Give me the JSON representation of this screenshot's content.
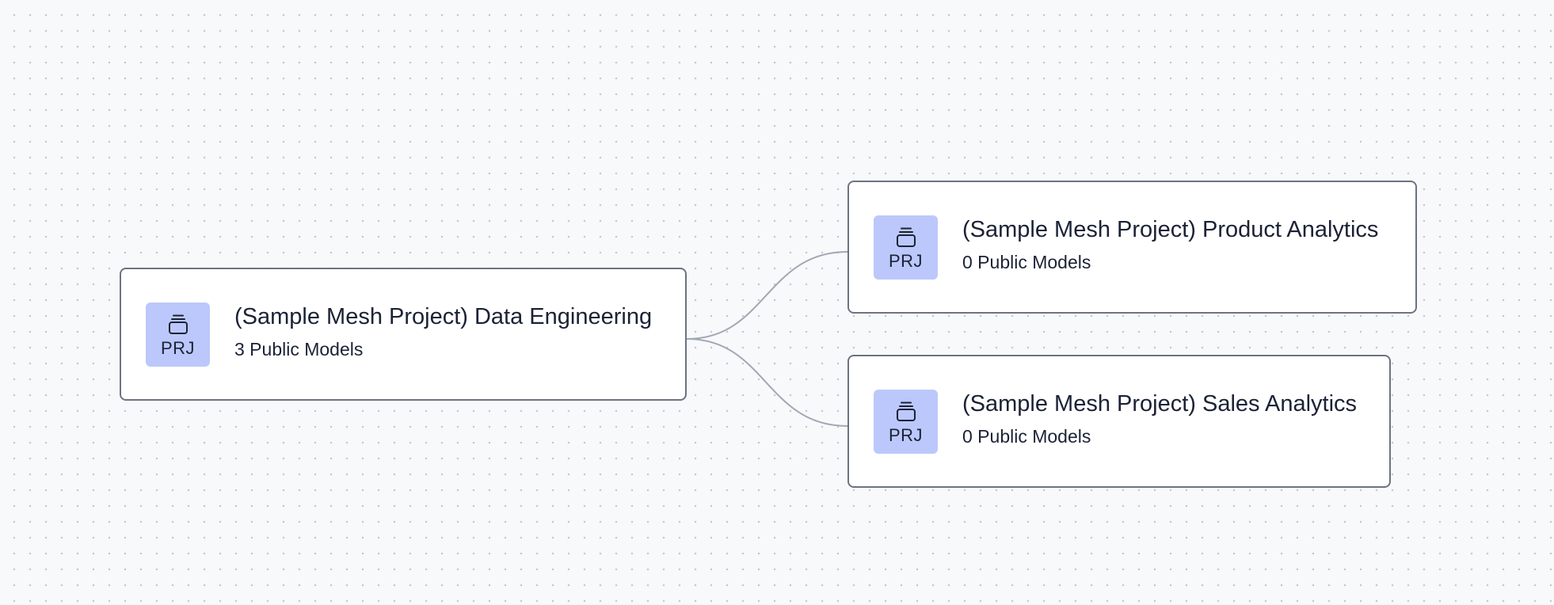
{
  "graph": {
    "nodes": [
      {
        "kind": "PRJ",
        "icon": "project-stack-icon",
        "title": "(Sample Mesh Project) Data Engineering",
        "subtitle": "3 Public Models"
      },
      {
        "kind": "PRJ",
        "icon": "project-stack-icon",
        "title": "(Sample Mesh Project) Product Analytics",
        "subtitle": "0 Public Models"
      },
      {
        "kind": "PRJ",
        "icon": "project-stack-icon",
        "title": "(Sample Mesh Project) Sales Analytics",
        "subtitle": "0 Public Models"
      }
    ],
    "colors": {
      "canvas_background": "#f8f9fb",
      "grid_dot": "#c3c8d2",
      "node_border": "#6c7382",
      "icon_background": "#bcc8fb",
      "edge": "#a2a8b4",
      "text": "#1b2236"
    }
  }
}
